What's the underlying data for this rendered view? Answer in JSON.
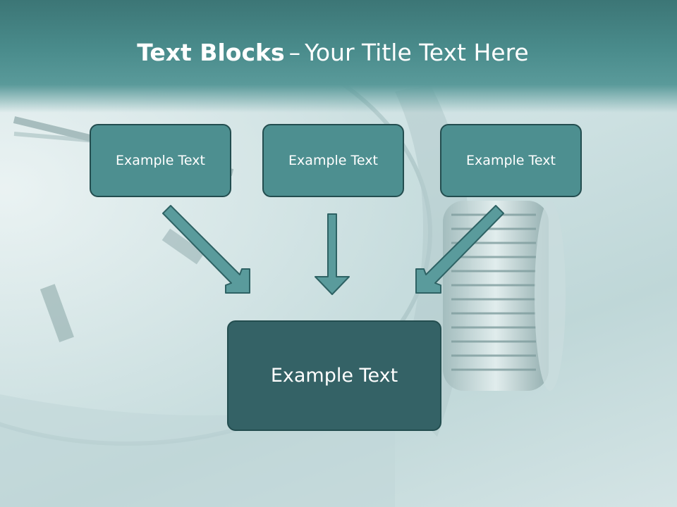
{
  "title": {
    "bold": "Text Blocks",
    "separator": "–",
    "rest": "Your Title Text Here"
  },
  "blocks": [
    {
      "label": "Example Text"
    },
    {
      "label": "Example Text"
    },
    {
      "label": "Example Text"
    }
  ],
  "main_block": {
    "label": "Example Text"
  },
  "colors": {
    "header": "#4a8c8c",
    "box_fill": "#4d8f90",
    "box_main_fill": "#346266",
    "box_border": "#234d4f",
    "text": "#ffffff"
  },
  "background": {
    "image": "watch-closeup"
  }
}
